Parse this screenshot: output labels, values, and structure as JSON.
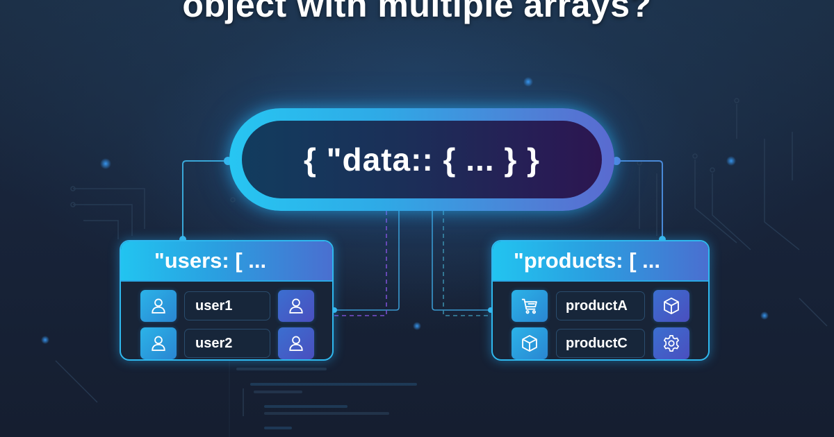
{
  "title": "object with multiple arrays?",
  "root_node": {
    "label": "{ \"data:: { ... } }"
  },
  "panels": [
    {
      "key": "users",
      "header": "\"users: [ ...",
      "rows": [
        {
          "left_icon": "user-icon",
          "value": "user1",
          "right_icon": "user-icon"
        },
        {
          "left_icon": "user-icon",
          "value": "user2",
          "right_icon": "user-icon"
        }
      ]
    },
    {
      "key": "products",
      "header": "\"products: [ ...",
      "rows": [
        {
          "left_icon": "cart-icon",
          "value": "productA",
          "right_icon": "box-icon"
        },
        {
          "left_icon": "box-icon",
          "value": "productC",
          "right_icon": "gear-icon"
        }
      ]
    }
  ],
  "colors": {
    "background": "#18243a",
    "accent_cyan": "#27c6f2",
    "accent_indigo": "#5a6ad0",
    "root_inner_start": "#123c5e",
    "root_inner_end": "#2c1650",
    "panel_body": "#182437",
    "connector": "#3aa8d8",
    "dashed_purple": "#7a4fd0"
  }
}
